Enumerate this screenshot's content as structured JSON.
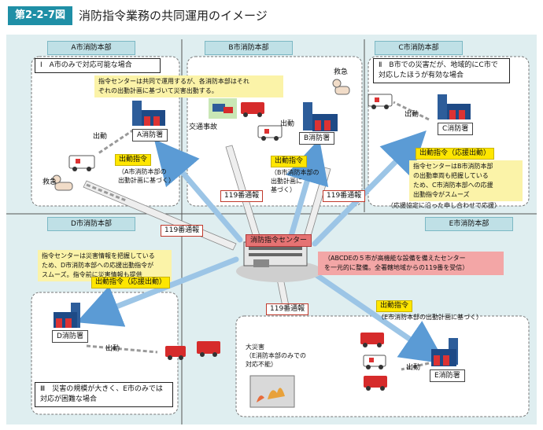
{
  "header": {
    "figure_number": "第2-2-7図",
    "title": "消防指令業務の共同運用のイメージ"
  },
  "headquarters": {
    "a": "A市消防本部",
    "b": "B市消防本部",
    "c": "C市消防本部",
    "d": "D市消防本部",
    "e": "E市消防本部"
  },
  "cases": {
    "case1": "Ⅰ　A市のみで対応可能な場合",
    "case2": "Ⅱ　B市での災害だが、地域的にC市で\n対応したほうが有効な場合",
    "case3": "Ⅲ　災害の規模が大きく、E市のみでは\n対応が困難な場合"
  },
  "notes": {
    "center_shared": "指令センターは共同で運用するが、各消防本部はそれ\nぞれの出動計画に基づいて災害出動する。",
    "c_note": "指令センターはB市消防本部\nの出動車両も把握している\nため、C市消防本部への応援\n出動指令がスムーズ",
    "c_footnote": "（応援協定に沿った申し合わせで応援）",
    "d_note": "指令センターは災害情報を把握している\nため、D市消防本部への応援出動指令が\nスムーズ。指令前に災害情報も提供",
    "e_note": "（ABCDEの５市が高機能な設備を備えたセンター\nを一元的に整備。全署轄地域からの119番を受信）"
  },
  "stations": {
    "a": "A消防署",
    "b": "B消防署",
    "c": "C消防署",
    "d": "D消防署",
    "e": "E消防署"
  },
  "dispatch": {
    "a_tag": "出動指令",
    "a_sub": "（A市消防本部の\n出動計画に基づく）",
    "b_tag": "出動指令",
    "b_sub": "（B市消防本部の\n出動計画に\n基づく）",
    "c_tag": "出動指令（応援出動）",
    "d_tag": "出動指令（応援出動）",
    "e_tag": "出動指令",
    "e_sub": "（E市消防本部の出動計画に基づく）"
  },
  "labels": {
    "deploy": "出動",
    "ambulance": "救急",
    "traffic_accident": "交通事故",
    "disaster": "大災害\n（E消防本部のみでの\n対応不能）"
  },
  "calls": {
    "call": "119番通報"
  },
  "center": {
    "name": "消防指令センター"
  },
  "colors": {
    "figure_number_bg": "#1f8fa6",
    "panel_bg": "#dfeef0",
    "tab_bg": "#bfe0e6",
    "dispatch_arrow": "#9cc5e6",
    "call_arrow": "#e6e6e6",
    "tag_yellow": "#ffe600",
    "center_red": "#e57373",
    "fire_truck": "#d62b2b"
  }
}
